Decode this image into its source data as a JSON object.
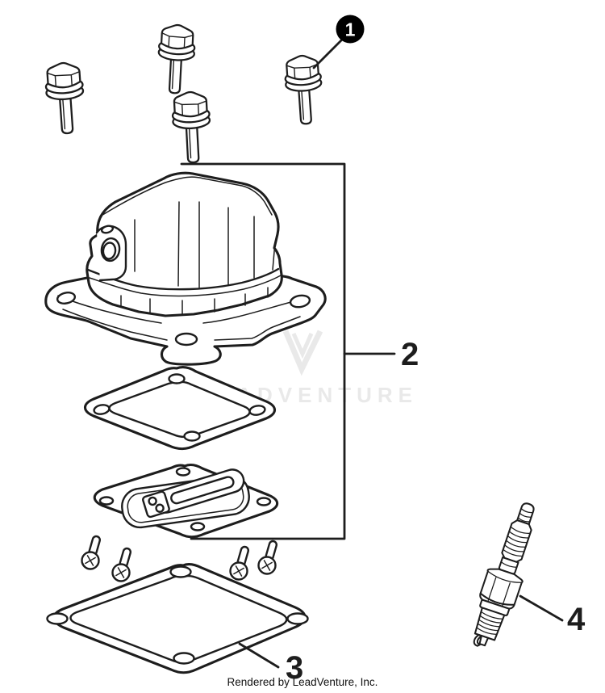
{
  "canvas": {
    "background": "#ffffff",
    "line_color": "#1d1d1d"
  },
  "callouts": {
    "c1": {
      "label": "1",
      "style": "filled-circle",
      "fg": "#ffffff",
      "bg": "#000000"
    },
    "c2": {
      "label": "2",
      "style": "bracket"
    },
    "c3": {
      "label": "3",
      "style": "leader"
    },
    "c4": {
      "label": "4",
      "style": "leader"
    }
  },
  "watermark": {
    "text": "LEADVENTURE",
    "logo": "leadventure-v-logo",
    "color": "#e9e9e9"
  },
  "footer": {
    "credit": "Rendered by LeadVenture, Inc."
  }
}
